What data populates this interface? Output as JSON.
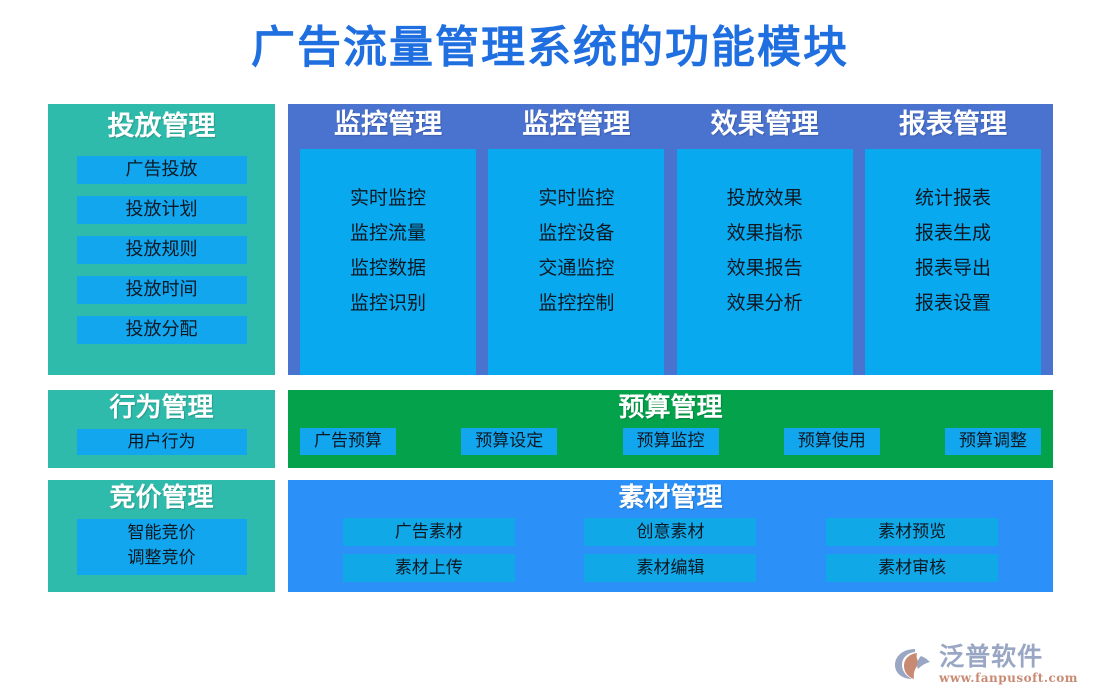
{
  "page": {
    "title": "广告流量管理系统的功能模块",
    "title_color": "#1f6fe0",
    "background": "#ffffff"
  },
  "colors": {
    "teal_panel": "#2fbbab",
    "slate_panel": "#4a72cf",
    "green_panel": "#04a24a",
    "blue_panel": "#2b90f7",
    "chip_blue": "#12a6ee",
    "inner_box_blue": "#09a9f0"
  },
  "left_column": {
    "delivery": {
      "title": "投放管理",
      "items": [
        "广告投放",
        "投放计划",
        "投放规则",
        "投放时间",
        "投放分配"
      ]
    },
    "behavior": {
      "title": "行为管理",
      "items": [
        "用户行为"
      ]
    },
    "bidding": {
      "title": "竞价管理",
      "items": [
        "智能竞价",
        "调整竞价"
      ]
    }
  },
  "ops_panel": {
    "columns": [
      {
        "title": "监控管理",
        "items": [
          "实时监控",
          "监控流量",
          "监控数据",
          "监控识别"
        ]
      },
      {
        "title": "监控管理",
        "items": [
          "实时监控",
          "监控设备",
          "交通监控",
          "监控控制"
        ]
      },
      {
        "title": "效果管理",
        "items": [
          "投放效果",
          "效果指标",
          "效果报告",
          "效果分析"
        ]
      },
      {
        "title": "报表管理",
        "items": [
          "统计报表",
          "报表生成",
          "报表导出",
          "报表设置"
        ]
      }
    ]
  },
  "budget": {
    "title": "预算管理",
    "items": [
      "广告预算",
      "预算设定",
      "预算监控",
      "预算使用",
      "预算调整"
    ]
  },
  "material": {
    "title": "素材管理",
    "items": [
      "广告素材",
      "创意素材",
      "素材预览",
      "素材上传",
      "素材编辑",
      "素材审核"
    ]
  },
  "brand": {
    "name": "泛普软件",
    "url": "www.fanpusoft.com"
  }
}
